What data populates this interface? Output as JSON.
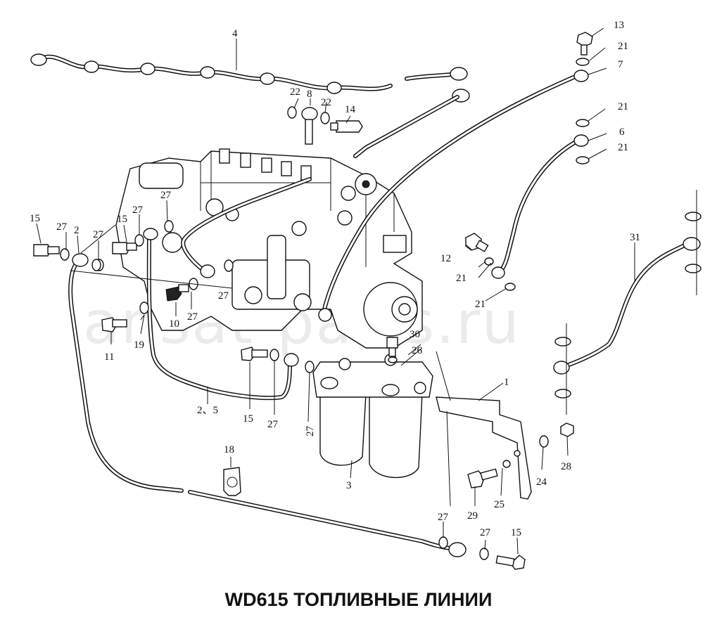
{
  "title": "WD615 ТОПЛИВНЫЕ ЛИНИИ",
  "watermark": "ansat-parts.ru",
  "labels": {
    "p1": "1",
    "p2": "2",
    "p3": "3",
    "p4": "4",
    "p6": "6",
    "p7": "7",
    "p8": "8",
    "p10": "10",
    "p11": "11",
    "p12": "12",
    "p13": "13",
    "p14": "14",
    "p15": "15",
    "p18": "18",
    "p19": "19",
    "p21": "21",
    "p22": "22",
    "p24": "24",
    "p25": "25",
    "p26": "26",
    "p27": "27",
    "p28": "28",
    "p29": "29",
    "p30": "30",
    "p31": "31",
    "p2_5": "2、5"
  }
}
